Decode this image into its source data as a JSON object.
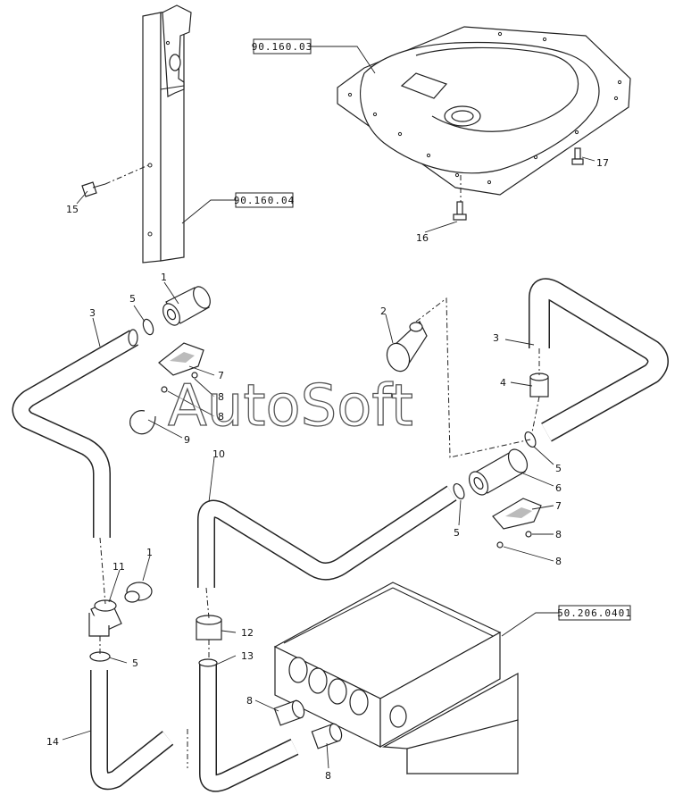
{
  "watermark": "AutoSoft",
  "references": {
    "seat_base": "90.160.03",
    "upright": "90.160.04",
    "unit": "50.206.0401"
  },
  "callouts": {
    "c1a": "1",
    "c1b": "1",
    "c2": "2",
    "c3a": "3",
    "c3b": "3",
    "c4": "4",
    "c5a": "5",
    "c5b": "5",
    "c5c": "5",
    "c5d": "5",
    "c6": "6",
    "c7a": "7",
    "c7b": "7",
    "c8a": "8",
    "c8b": "8",
    "c8c": "8",
    "c8d": "8",
    "c8e": "8",
    "c8f": "8",
    "c9": "9",
    "c10": "10",
    "c11": "11",
    "c12": "12",
    "c13": "13",
    "c14": "14",
    "c15": "15",
    "c16": "16",
    "c17": "17"
  },
  "colors": {
    "line": "#222222",
    "background": "#ffffff"
  }
}
